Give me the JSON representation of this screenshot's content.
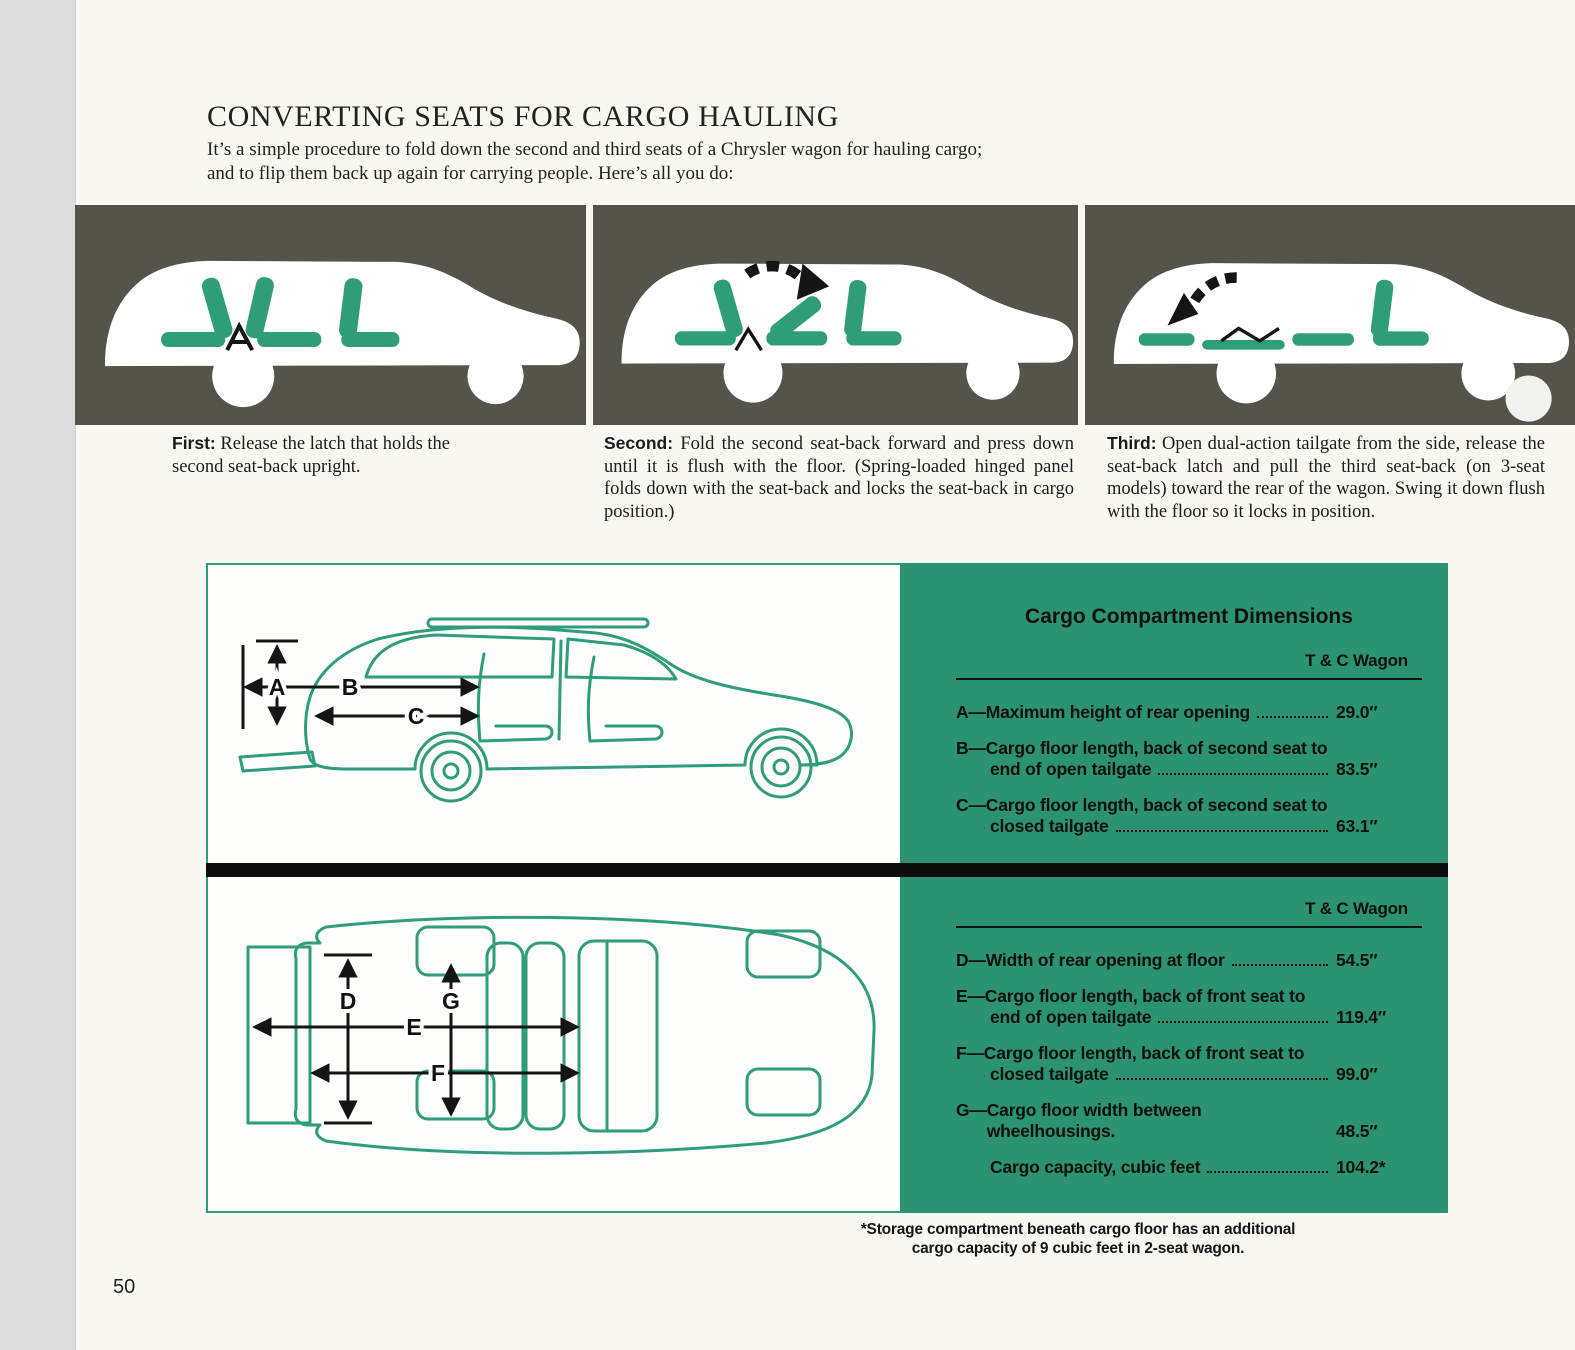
{
  "page": {
    "number": "50",
    "title": "CONVERTING SEATS FOR CARGO HAULING",
    "intro_line1": "It’s a simple procedure to fold down the second and third seats of a Chrysler wagon for hauling cargo;",
    "intro_line2": "and to flip them back up again for carrying people. Here’s all you do:"
  },
  "steps": [
    {
      "label": "First:",
      "text": " Release the latch that holds the second seat-back upright."
    },
    {
      "label": "Second:",
      "text": " Fold the second seat-back forward and press down until it is flush with the floor. (Spring-loaded hinged panel folds down with the seat-back and locks the seat-back in cargo position.)"
    },
    {
      "label": "Third:",
      "text": " Open dual-action tailgate from the side, release the seat-back latch and pull the third seat-back (on 3-seat models) toward the rear of the wagon. Swing it down flush with the floor so it locks in position."
    }
  ],
  "diagram": {
    "side_labels": [
      "A",
      "B",
      "C"
    ],
    "top_labels": [
      "D",
      "G",
      "E",
      "F"
    ]
  },
  "panel": {
    "title": "Cargo Compartment Dimensions",
    "section1": {
      "header": "T & C Wagon",
      "rows": [
        {
          "letter": "A—",
          "pre": "",
          "lead": "Maximum height of rear opening",
          "value": "29.0″"
        },
        {
          "letter": "B—",
          "pre": "Cargo floor length, back of second seat to",
          "lead": "end of open tailgate",
          "value": "83.5″"
        },
        {
          "letter": "C—",
          "pre": "Cargo floor length, back of second seat to",
          "lead": "closed tailgate",
          "value": "63.1″"
        }
      ]
    },
    "section2": {
      "header": "T & C Wagon",
      "rows": [
        {
          "letter": "D—",
          "pre": "",
          "lead": "Width of rear opening at floor",
          "value": "54.5″"
        },
        {
          "letter": "E—",
          "pre": "Cargo floor length, back of front seat to",
          "lead": "end of open tailgate",
          "value": "119.4″"
        },
        {
          "letter": "F—",
          "pre": "Cargo floor length, back of front seat to",
          "lead": "closed tailgate",
          "value": "99.0″"
        },
        {
          "letter": "G—",
          "pre": "",
          "lead": "Cargo floor width between wheelhousings.",
          "value": "48.5″"
        },
        {
          "letter": "",
          "pre": "",
          "lead": "Cargo capacity, cubic feet",
          "value": "104.2*"
        }
      ]
    },
    "footnote_line1": "*Storage compartment beneath cargo floor has an additional",
    "footnote_line2": "cargo capacity of 9 cubic feet in 2-seat wagon."
  },
  "colors": {
    "panel_green": "#2b9273",
    "seat_green": "#2f9e78",
    "diagram_green": "#2f9c7c",
    "photo_background": "#54544b",
    "page_background": "#f8f7f2"
  }
}
